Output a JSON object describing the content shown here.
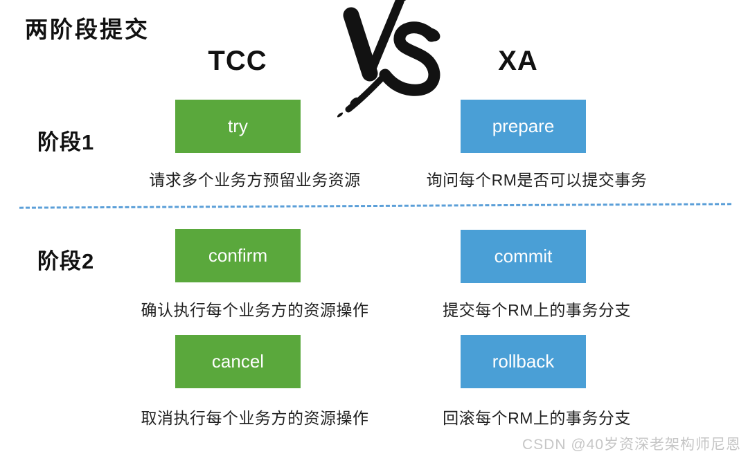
{
  "page": {
    "title": "两阶段提交",
    "watermark": "CSDN @40岁资深老架构师尼恩"
  },
  "comparison": {
    "left_header": "TCC",
    "right_header": "XA",
    "vs_label": "VS",
    "colors": {
      "tcc_green": "#5aa83c",
      "xa_blue": "#4a9fd6",
      "divider_blue": "#5b9fd8",
      "text_black": "#111111",
      "watermark_gray": "#c6c6c6"
    },
    "phases": [
      {
        "label": "阶段1",
        "tcc": [
          {
            "button": "try",
            "desc": "请求多个业务方预留业务资源"
          }
        ],
        "xa": [
          {
            "button": "prepare",
            "desc": "询问每个RM是否可以提交事务"
          }
        ]
      },
      {
        "label": "阶段2",
        "tcc": [
          {
            "button": "confirm",
            "desc": "确认执行每个业务方的资源操作"
          },
          {
            "button": "cancel",
            "desc": "取消执行每个业务方的资源操作"
          }
        ],
        "xa": [
          {
            "button": "commit",
            "desc": "提交每个RM上的事务分支"
          },
          {
            "button": "rollback",
            "desc": "回滚每个RM上的事务分支"
          }
        ]
      }
    ]
  }
}
